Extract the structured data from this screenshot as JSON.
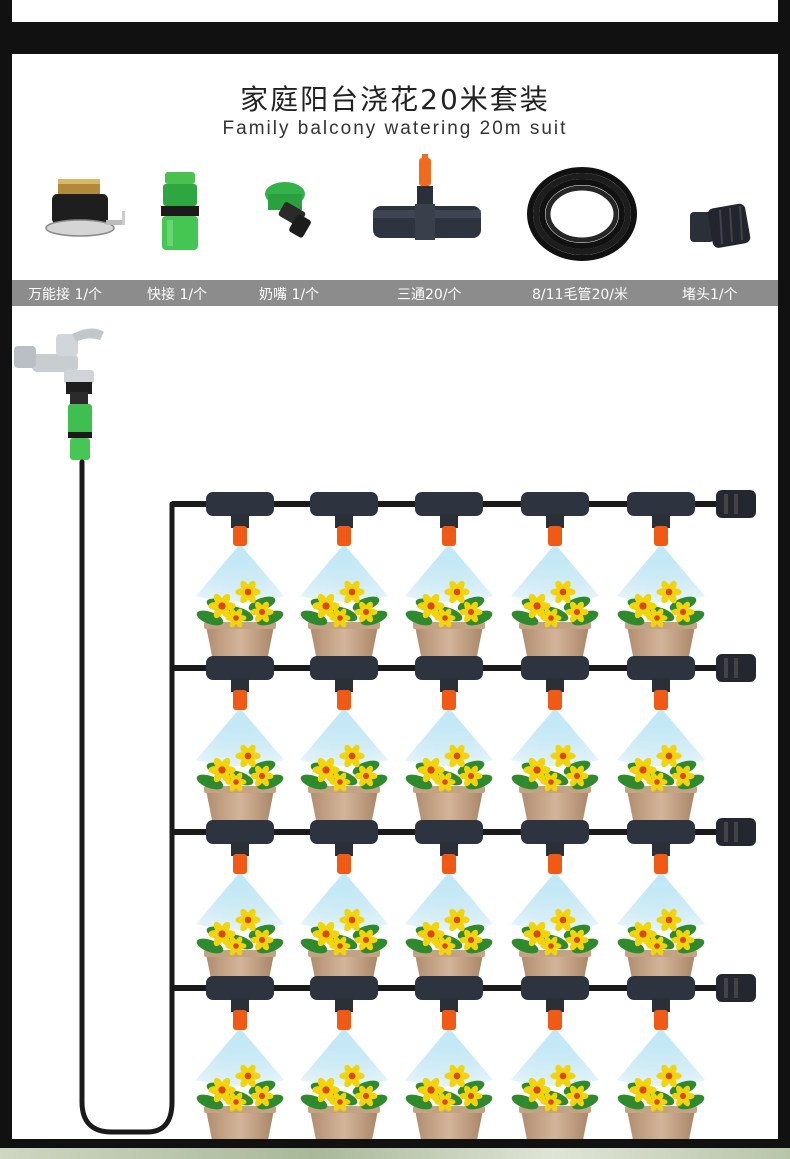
{
  "title_cn": "家庭阳台浇花20米套装",
  "title_en": "Family balcony watering 20m suit",
  "components": [
    {
      "label": "万能接 1/个",
      "icon": "universal-connector-icon"
    },
    {
      "label": "快接 1/个",
      "icon": "quick-connector-icon"
    },
    {
      "label": "奶嘴 1/个",
      "icon": "faucet-nipple-icon"
    },
    {
      "label": "三通20/个",
      "icon": "tee-sprayer-icon"
    },
    {
      "label": "8/11毛管20/米",
      "icon": "hose-coil-icon"
    },
    {
      "label": "堵头1/个",
      "icon": "end-plug-icon"
    }
  ],
  "diagram": {
    "rows": 4,
    "pots_per_row": 5,
    "colors": {
      "pipe": "#1a1a1a",
      "nozzle": "#f05a14",
      "connector_green": "#3fbf4f",
      "spray": "#9fd8ee",
      "pot": "#c9a88a",
      "flower": "#f2d40a"
    }
  }
}
